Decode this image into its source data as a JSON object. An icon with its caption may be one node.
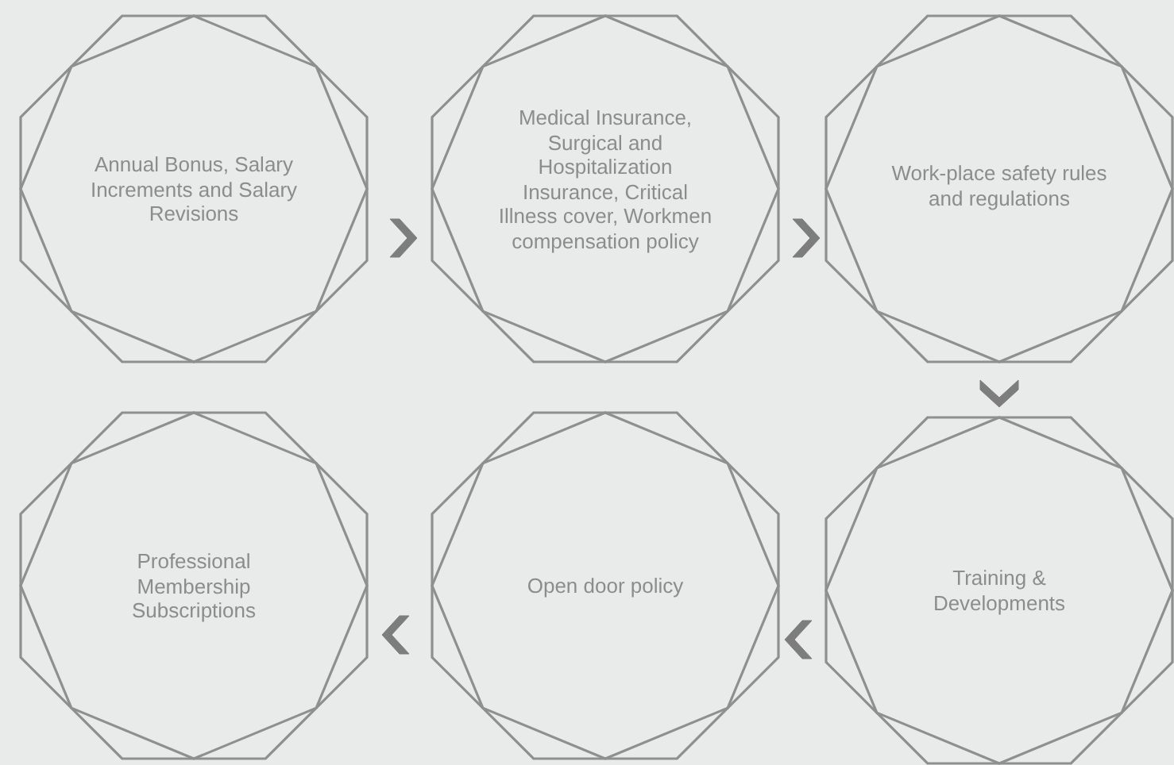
{
  "diagram": {
    "nodes": [
      {
        "text": [
          "Annual Bonus, Salary Increments and Salary Revisions"
        ]
      },
      {
        "text": [
          "Medical Insurance, Surgical and Hospitalization Insurance, Critical Illness cover, Workmen compensation policy"
        ]
      },
      {
        "text": [
          "Work-place safety rules and regulations"
        ]
      },
      {
        "text": [
          "Training & Developments"
        ]
      },
      {
        "text": [
          "Open door policy"
        ]
      },
      {
        "text": [
          "Professional Membership Subscriptions"
        ]
      }
    ],
    "edges": [
      {
        "from": 0,
        "to": 1,
        "arrow": "to"
      },
      {
        "from": 1,
        "to": 2,
        "arrow": "to"
      },
      {
        "from": 2,
        "to": 3,
        "arrow": "to"
      },
      {
        "from": 3,
        "to": 4,
        "arrow": "to"
      },
      {
        "from": 4,
        "to": 5,
        "arrow": "to"
      }
    ]
  }
}
